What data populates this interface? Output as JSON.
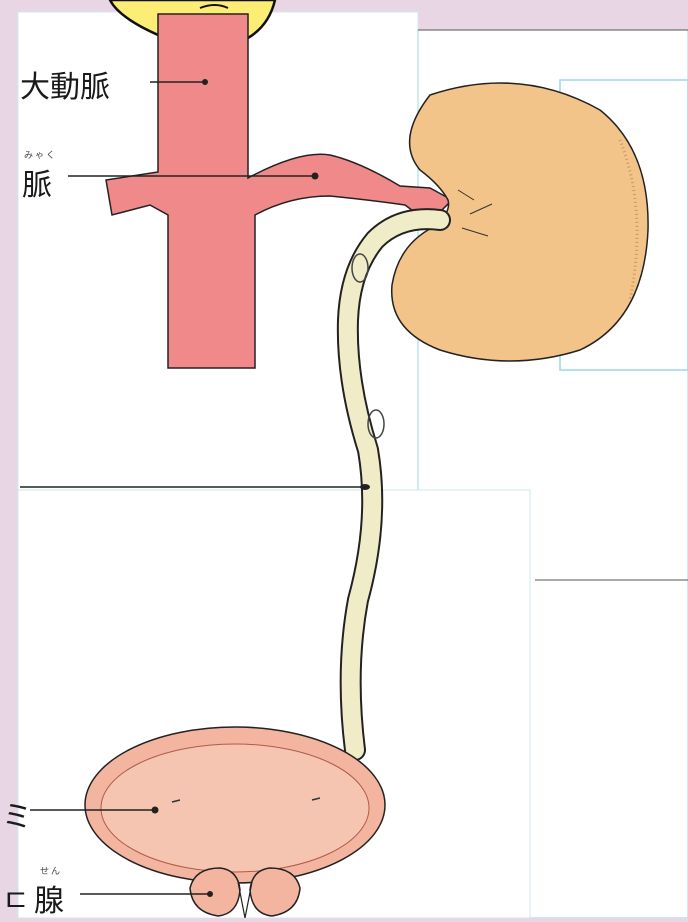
{
  "labels": {
    "aorta": "大動脈",
    "vein_ruby": "みゃく",
    "vein": "脈",
    "bladder_partial": "ミ",
    "prostate_ruby": "せん",
    "prostate": "腺",
    "prostate_partial": "ㄷ"
  },
  "colors": {
    "background": "#e9d6e5",
    "paper": "#ffffff",
    "artery": "#f0898a",
    "kidney": "#f2c48a",
    "ureter": "#f1ecc8",
    "bladder": "#f4b5a0",
    "callout": "#fcee74",
    "guide_lines": "#8fd4e0"
  }
}
